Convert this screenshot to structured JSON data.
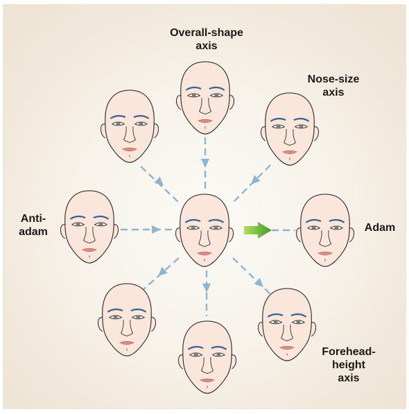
{
  "labels": {
    "overall_shape": "Overall-shape\naxis",
    "nose_size": "Nose-size\naxis",
    "anti_adam": "Anti-\nadam",
    "adam": "Adam",
    "forehead_height": "Forehead-\nheight\naxis"
  },
  "colors": {
    "skin": "#fbe6dc",
    "outline": "#333333",
    "brow": "#3b5f93",
    "iris": "#7a7a7a",
    "lips": "#d98d86",
    "arrow": "#8fb4cf",
    "adam_arrow_light": "#b6dd5a",
    "adam_arrow_dark": "#3e9a2c"
  },
  "faces": [
    {
      "name": "face-center"
    },
    {
      "name": "face-top"
    },
    {
      "name": "face-top-left"
    },
    {
      "name": "face-top-right"
    },
    {
      "name": "face-left"
    },
    {
      "name": "face-right"
    },
    {
      "name": "face-bottom-left"
    },
    {
      "name": "face-bottom"
    },
    {
      "name": "face-bottom-right"
    }
  ]
}
